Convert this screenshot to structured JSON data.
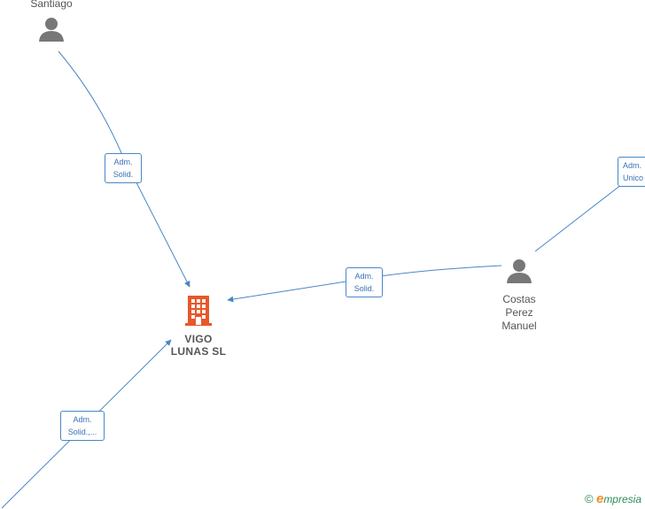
{
  "nodes": {
    "santiago": {
      "label": "Santiago"
    },
    "costas": {
      "label": "Costas\nPerez\nManuel"
    },
    "company": {
      "label": "VIGO\nLUNAS  SL"
    }
  },
  "edges": {
    "santiago_to_company": "Adm.\nSolid.",
    "costas_to_company": "Adm.\nSolid.",
    "bottom_to_company": "Adm.\nSolid.,...",
    "right_top": "Adm.\nUnico"
  },
  "footer": {
    "copyright": "©",
    "brand_first": "e",
    "brand_rest": "mpresia"
  },
  "colors": {
    "edge": "#4a86c8",
    "company": "#e8572a",
    "person": "#777777"
  }
}
